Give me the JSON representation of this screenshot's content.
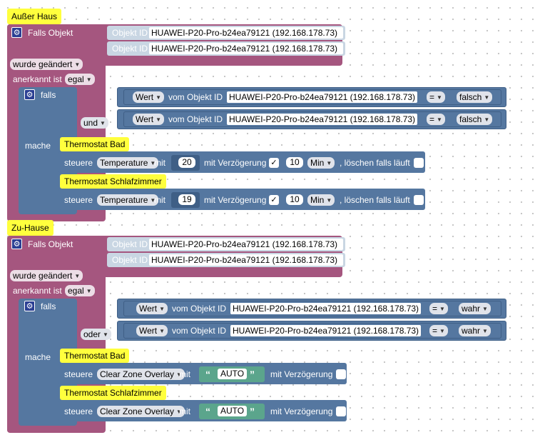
{
  "events": [
    {
      "comment": "Außer Haus",
      "trigger_label": "Falls Objekt",
      "object_rows": [
        {
          "label": "Objekt ID",
          "value": "HUAWEI-P20-Pro-b24ea79121 (192.168.178.73)"
        },
        {
          "label": "Objekt ID",
          "value": "HUAWEI-P20-Pro-b24ea79121 (192.168.178.73)"
        }
      ],
      "change_option": "wurde geändert",
      "ack_label": "anerkannt ist",
      "ack_option": "egal",
      "if_label": "falls",
      "join_operator": "und",
      "conditions": [
        {
          "prop": "Wert",
          "of_label": "vom Objekt ID",
          "object": "HUAWEI-P20-Pro-b24ea79121 (192.168.178.73)",
          "op": "=",
          "value": "falsch"
        },
        {
          "prop": "Wert",
          "of_label": "vom Objekt ID",
          "object": "HUAWEI-P20-Pro-b24ea79121 (192.168.178.73)",
          "op": "=",
          "value": "falsch"
        }
      ],
      "do_label": "mache",
      "actions": [
        {
          "comment": "Thermostat Bad",
          "control_label": "steuere",
          "state": "Temperature",
          "with_label": "mit",
          "kind": "number",
          "value": "20",
          "delay_label": "mit Verzögerung",
          "delay_checked": true,
          "check_mark": "✓",
          "delay_value": "10",
          "delay_unit": "Min",
          "clear_label": ", löschen falls läuft"
        },
        {
          "comment": "Thermostat Schlafzimmer",
          "control_label": "steuere",
          "state": "Temperature",
          "with_label": "mit",
          "kind": "number",
          "value": "19",
          "delay_label": "mit Verzögerung",
          "delay_checked": true,
          "check_mark": "✓",
          "delay_value": "10",
          "delay_unit": "Min",
          "clear_label": ", löschen falls läuft"
        }
      ]
    },
    {
      "comment": "Zu-Hause",
      "trigger_label": "Falls Objekt",
      "object_rows": [
        {
          "label": "Objekt ID",
          "value": "HUAWEI-P20-Pro-b24ea79121 (192.168.178.73)"
        },
        {
          "label": "Objekt ID",
          "value": "HUAWEI-P20-Pro-b24ea79121 (192.168.178.73)"
        }
      ],
      "change_option": "wurde geändert",
      "ack_label": "anerkannt ist",
      "ack_option": "egal",
      "if_label": "falls",
      "join_operator": "oder",
      "conditions": [
        {
          "prop": "Wert",
          "of_label": "vom Objekt ID",
          "object": "HUAWEI-P20-Pro-b24ea79121 (192.168.178.73)",
          "op": "=",
          "value": "wahr"
        },
        {
          "prop": "Wert",
          "of_label": "vom Objekt ID",
          "object": "HUAWEI-P20-Pro-b24ea79121 (192.168.178.73)",
          "op": "=",
          "value": "wahr"
        }
      ],
      "do_label": "mache",
      "actions": [
        {
          "comment": "Thermostat Bad",
          "control_label": "steuere",
          "state": "Clear Zone Overlay",
          "with_label": "mit",
          "kind": "string",
          "value": "AUTO",
          "quote_open": "“",
          "quote_close": "”",
          "delay_label": "mit Verzögerung",
          "delay_checked": false
        },
        {
          "comment": "Thermostat Schlafzimmer",
          "control_label": "steuere",
          "state": "Clear Zone Overlay",
          "with_label": "mit",
          "kind": "string",
          "value": "AUTO",
          "quote_open": "“",
          "quote_close": "”",
          "delay_label": "mit Verzögerung",
          "delay_checked": false
        }
      ]
    }
  ],
  "icons": {
    "gear": "gear-icon",
    "dropdown": "dropdown-arrow-icon",
    "check": "checkmark-icon"
  },
  "colors": {
    "event_block": "#a5567f",
    "logic_block": "#5577a0",
    "comment": "#ffff3d",
    "string_block": "#5ba58c",
    "gear": "#2b3f93",
    "object_field_bg": "#c9d6e3"
  }
}
